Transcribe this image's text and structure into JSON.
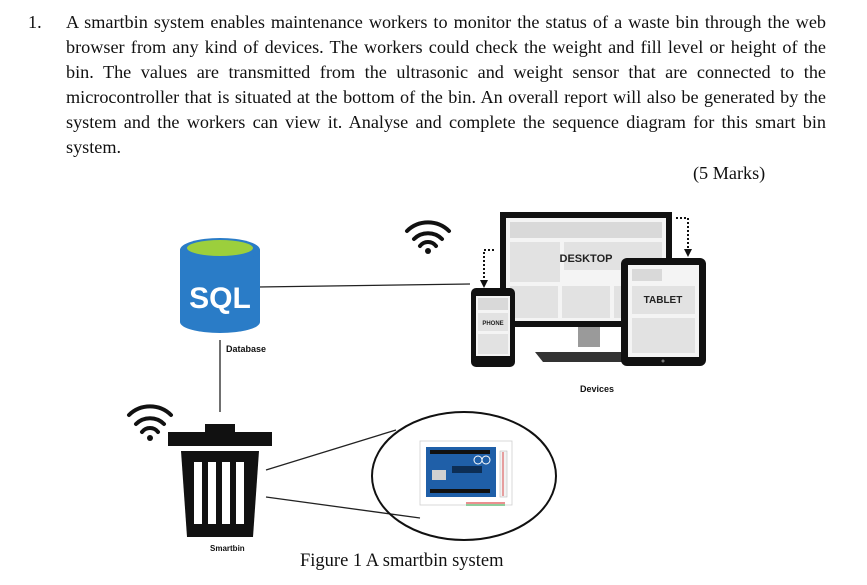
{
  "question": {
    "number": "1.",
    "text": "A smartbin system enables maintenance workers to monitor the status of a waste bin through the web browser from any kind of devices. The workers could check the weight and fill level or height of the bin. The values are transmitted from the ultrasonic and weight sensor that are connected to the microcontroller that is situated at the bottom of the bin. An overall report will also be generated by the system and the workers can view it. Analyse and complete the sequence diagram for this smart bin system.",
    "marks": "(5 Marks)"
  },
  "figure": {
    "caption": "Figure 1 A smartbin system",
    "database": {
      "logo_text": "SQL",
      "label": "Database"
    },
    "devices": {
      "desktop_label": "DESKTOP",
      "tablet_label": "TABLET",
      "phone_label": "PHONE",
      "group_label": "Devices"
    },
    "smartbin_label": "Smartbin",
    "icons": [
      "wifi-icon",
      "wifi-icon",
      "trash-bin-icon",
      "sql-database-icon",
      "microcontroller-board-icon"
    ],
    "colors": {
      "sql_blue": "#2a7cc7",
      "sql_top": "#9ccf3c",
      "board_blue": "#1f5fa8",
      "device_frame": "#111111",
      "screen_panel": "#e4e4e4"
    }
  }
}
